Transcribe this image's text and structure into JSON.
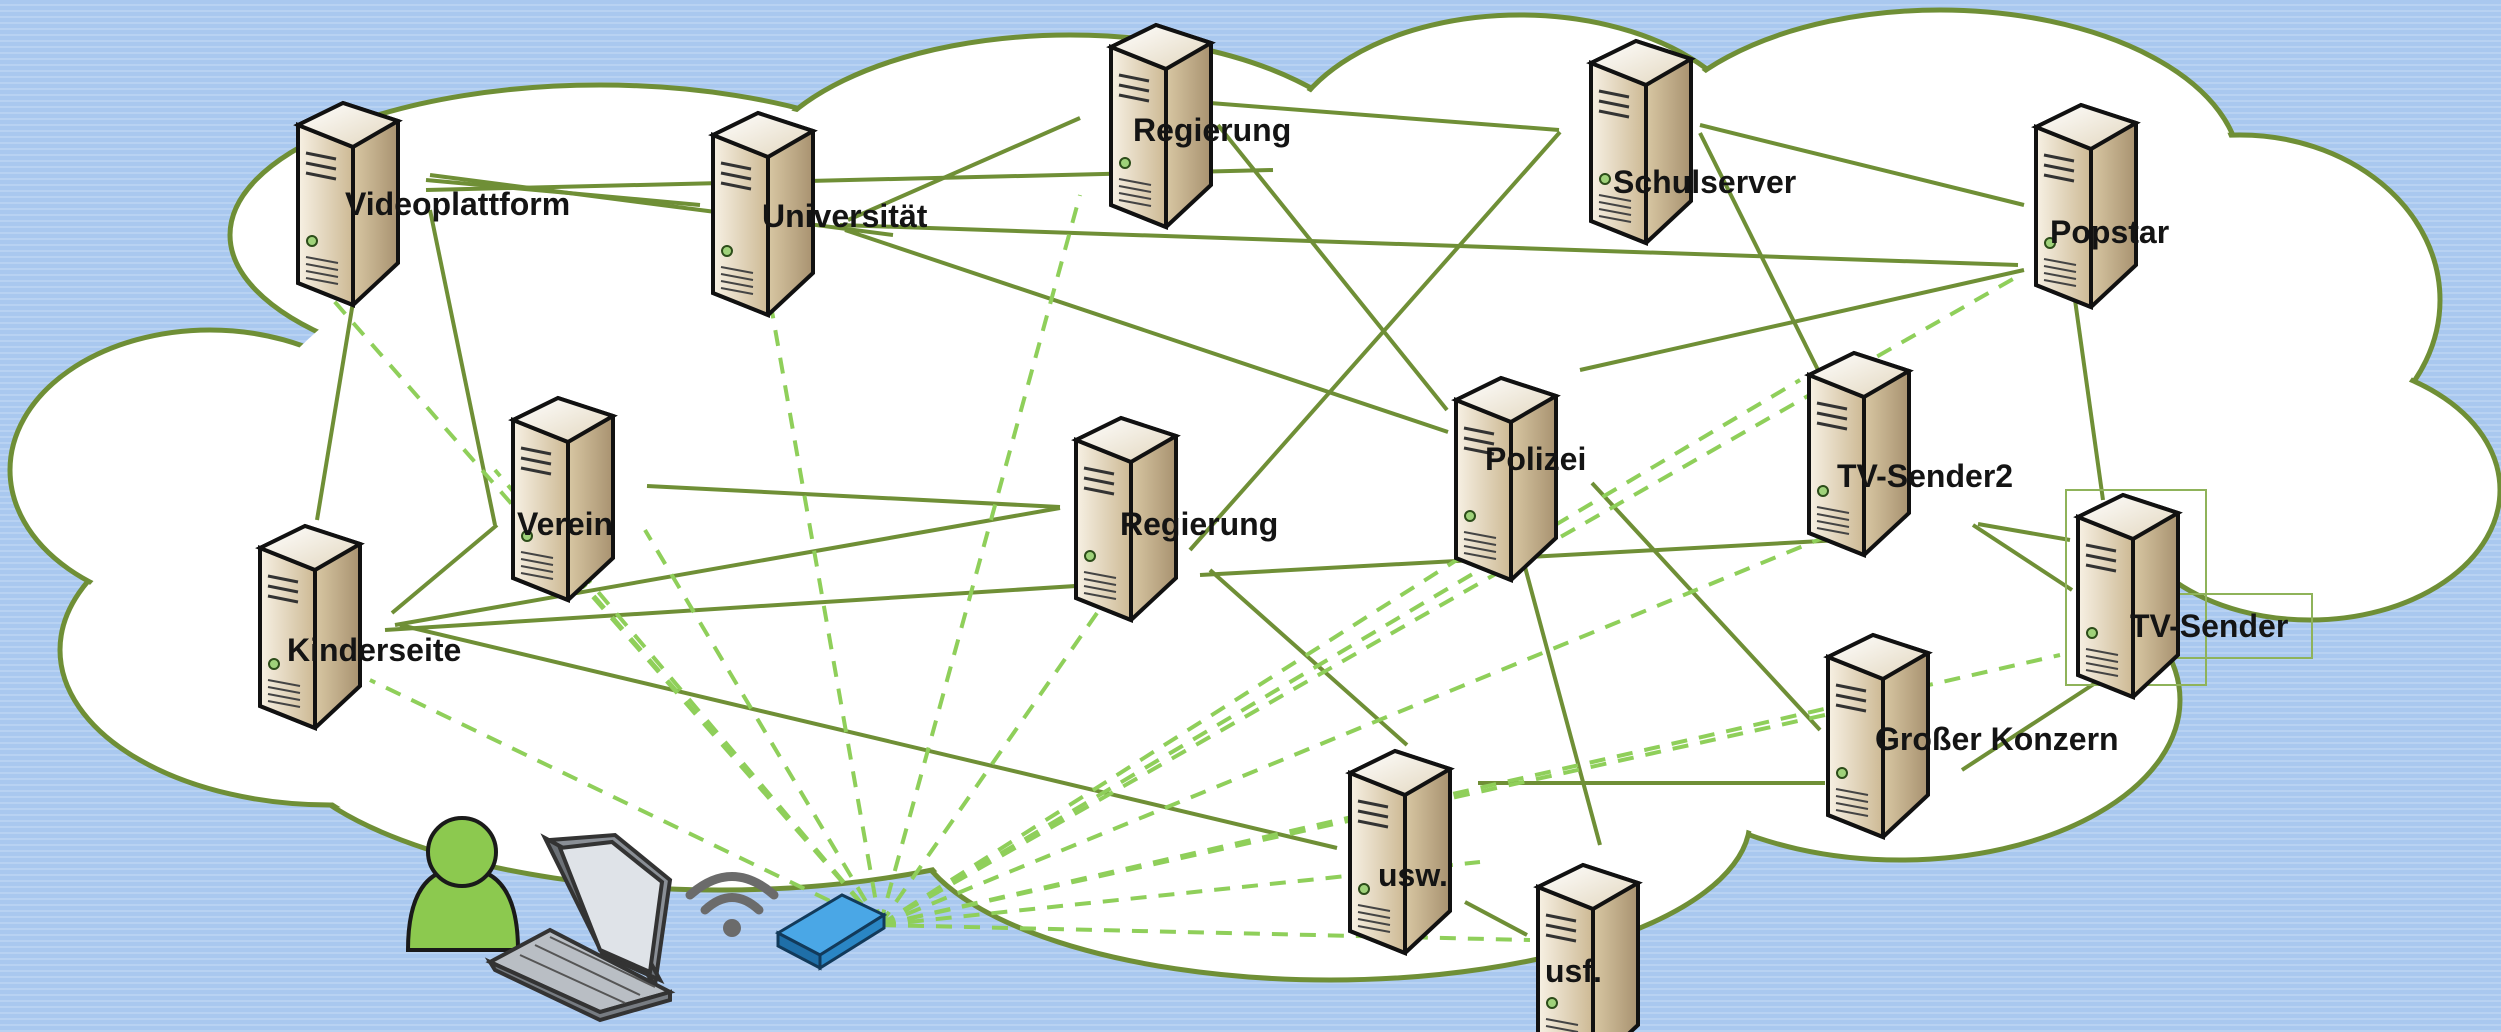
{
  "diagram": {
    "servers": [
      {
        "id": "videoplattform",
        "label": "Videoplattform"
      },
      {
        "id": "universitaet",
        "label": "Universität"
      },
      {
        "id": "regierung-top",
        "label": "Regierung"
      },
      {
        "id": "schulserver",
        "label": "Schulserver"
      },
      {
        "id": "popstar",
        "label": "Popstar"
      },
      {
        "id": "verein",
        "label": "Verein"
      },
      {
        "id": "regierung-mid",
        "label": "Regierung"
      },
      {
        "id": "polizei",
        "label": "Polizei"
      },
      {
        "id": "tv-sender2",
        "label": "TV-Sender2"
      },
      {
        "id": "kinderseite",
        "label": "Kinderseite"
      },
      {
        "id": "tv-sender",
        "label": "TV-Sender"
      },
      {
        "id": "grosser-konzern",
        "label": "Großer Konzern"
      },
      {
        "id": "usw",
        "label": "usw."
      },
      {
        "id": "usf",
        "label": "usf."
      }
    ],
    "client": {
      "icons": [
        "user-icon",
        "laptop-icon",
        "wifi-icon",
        "router-icon"
      ]
    },
    "colors": {
      "cloud_fill": "#ffffff",
      "cloud_stroke": "#6f8f36",
      "link_solid": "#6f8f36",
      "link_dashed": "#8fcf5a",
      "server_body_light": "#f3ead6",
      "server_body_dark": "#c7b38c",
      "user_green": "#8cc94f",
      "router_blue": "#2f8ed0"
    }
  }
}
